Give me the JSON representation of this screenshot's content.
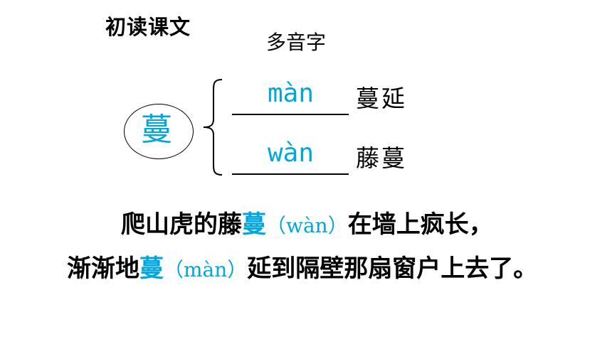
{
  "header": {
    "title": "初读课文",
    "subtitle": "多音字"
  },
  "polyphone": {
    "character": "蔓",
    "readings": [
      {
        "pinyin": "màn",
        "word": "蔓延"
      },
      {
        "pinyin": "wàn",
        "word": "藤蔓"
      }
    ]
  },
  "passage": {
    "part1": "爬山虎的藤",
    "char1": "蔓",
    "pinyin1": "（wàn）",
    "part2": "在墙上疯长，",
    "part3": "渐渐地",
    "char2": "蔓",
    "pinyin2": "（màn）",
    "part4": "延到隔壁那扇窗户上去了。"
  },
  "colors": {
    "accent": "#00a6e0",
    "text": "#000000"
  }
}
